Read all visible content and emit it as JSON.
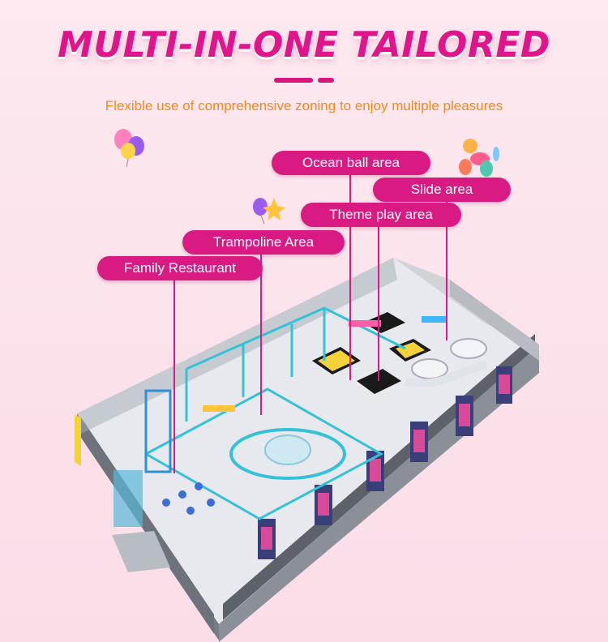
{
  "header": {
    "title": "MULTI-IN-ONE TAILORED",
    "subtitle": "Flexible use of comprehensive zoning to enjoy multiple pleasures"
  },
  "zones": [
    {
      "name": "Ocean ball area"
    },
    {
      "name": "Slide area"
    },
    {
      "name": "Theme play area"
    },
    {
      "name": "Trampoline Area"
    },
    {
      "name": "Family Restaurant"
    }
  ],
  "colors": {
    "title": "#e0158b",
    "accent": "#d91a83",
    "subtitle": "#f08a1f",
    "background": "#fbe1ea"
  }
}
